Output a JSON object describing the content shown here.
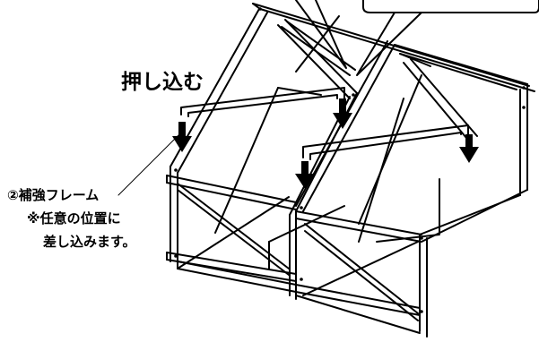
{
  "labels": {
    "push_in": "押し込む",
    "frame_name": "②補強フレーム",
    "note_line1": "※任意の位置に",
    "note_line2": "差し込みます。"
  },
  "colors": {
    "line": "#000000",
    "background": "#ffffff"
  }
}
